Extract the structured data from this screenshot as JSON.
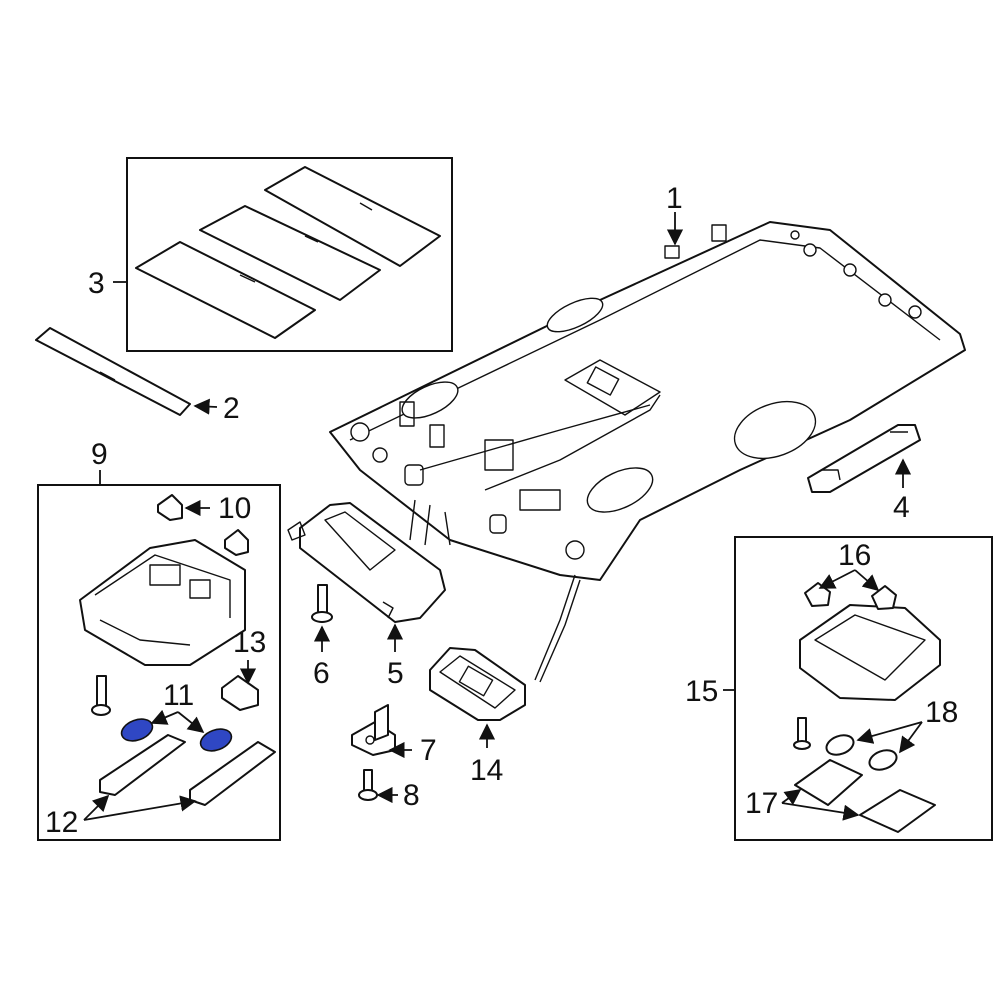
{
  "callouts": {
    "c1": "1",
    "c2": "2",
    "c3": "3",
    "c4": "4",
    "c5": "5",
    "c6": "6",
    "c7": "7",
    "c8": "8",
    "c9": "9",
    "c10": "10",
    "c11": "11",
    "c12": "12",
    "c13": "13",
    "c14": "14",
    "c15": "15",
    "c16": "16",
    "c17": "17",
    "c18": "18"
  },
  "colors": {
    "line": "#111111",
    "background": "#ffffff",
    "highlight": "#2f47c4"
  },
  "highlighted_callout": "11"
}
